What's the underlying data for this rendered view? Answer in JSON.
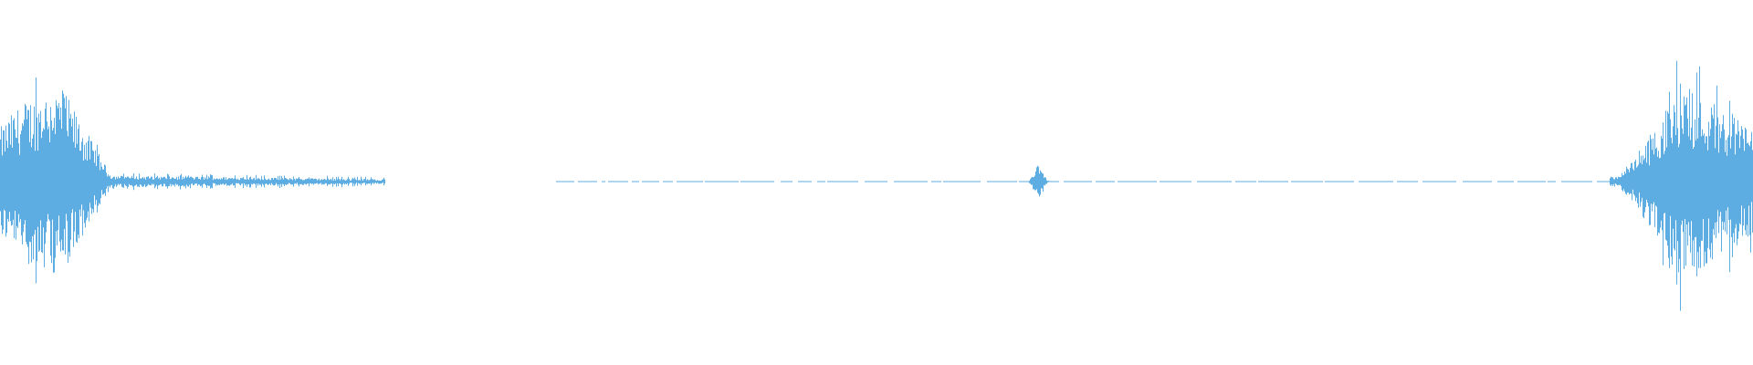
{
  "waveform": {
    "color": "#5dade2",
    "background": "#ffffff",
    "segments": [
      {
        "kind": "burst",
        "from": 0.0,
        "to": 0.065,
        "peak": 0.92,
        "decay": "slow-tail"
      },
      {
        "kind": "tail",
        "from": 0.065,
        "to": 0.22,
        "level": 0.06
      },
      {
        "kind": "silence",
        "from": 0.22,
        "to": 0.317
      },
      {
        "kind": "dotted",
        "from": 0.317,
        "to": 0.587,
        "level": 0.01
      },
      {
        "kind": "blip",
        "from": 0.587,
        "to": 0.6,
        "peak": 0.2
      },
      {
        "kind": "dotted",
        "from": 0.6,
        "to": 0.918,
        "level": 0.01
      },
      {
        "kind": "burst",
        "from": 0.918,
        "to": 1.0,
        "peak": 1.0,
        "decay": "symmetric"
      }
    ]
  }
}
